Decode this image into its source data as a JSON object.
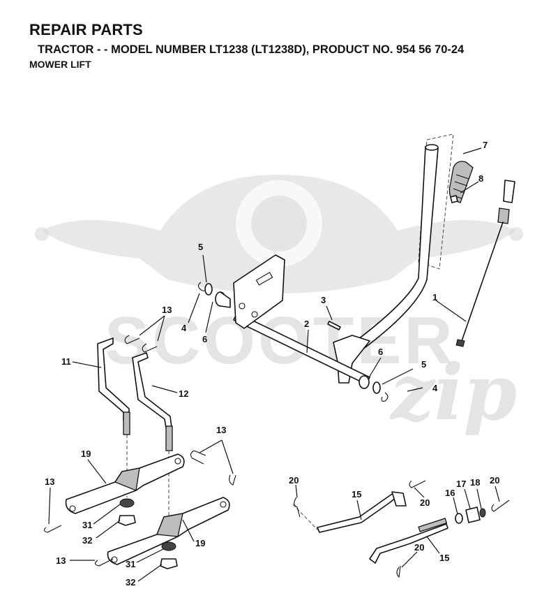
{
  "header": {
    "title": "REPAIR PARTS",
    "subtitle": "TRACTOR - - MODEL NUMBER LT1238 (LT1238D), PRODUCT NO. 954 56 70-24",
    "section": "MOWER LIFT"
  },
  "watermark": {
    "brand": "SCOOTER",
    "script": "zip"
  },
  "callouts": {
    "c1": "1",
    "c2": "2",
    "c3": "3",
    "c4a": "4",
    "c4b": "4",
    "c5a": "5",
    "c5b": "5",
    "c6a": "6",
    "c6b": "6",
    "c7": "7",
    "c8": "8",
    "c11": "11",
    "c12": "12",
    "c13a": "13",
    "c13b": "13",
    "c13c": "13",
    "c13d": "13",
    "c15a": "15",
    "c15b": "15",
    "c16": "16",
    "c17": "17",
    "c18": "18",
    "c19a": "19",
    "c19b": "19",
    "c20a": "20",
    "c20b": "20",
    "c20c": "20",
    "c20d": "20",
    "c31a": "31",
    "c31b": "31",
    "c32a": "32",
    "c32b": "32"
  }
}
